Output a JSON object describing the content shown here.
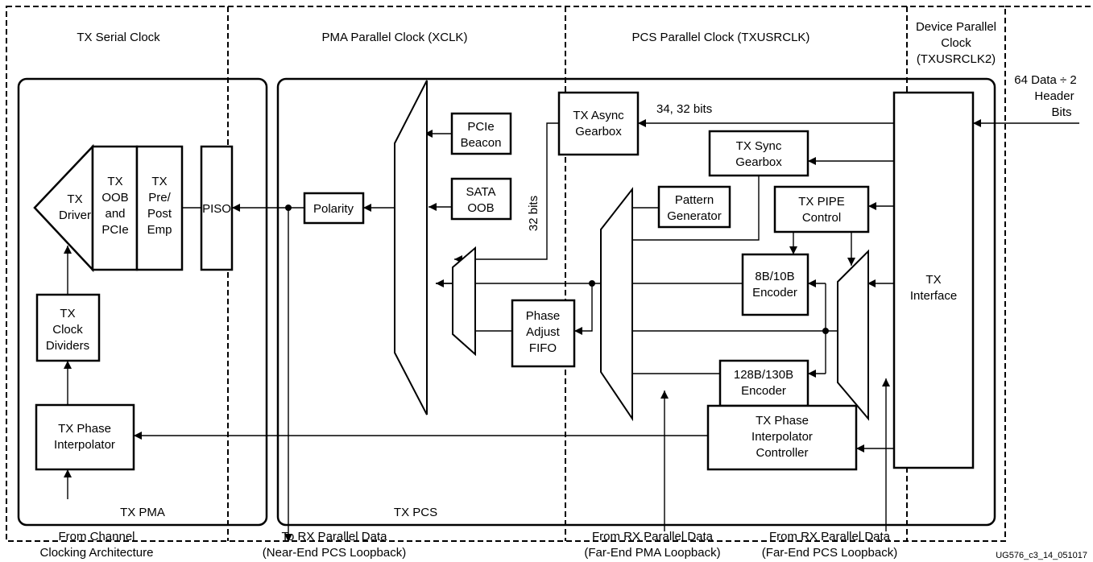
{
  "domains": {
    "tx_serial": "TX Serial Clock",
    "pma_parallel": "PMA Parallel Clock (XCLK)",
    "pcs_parallel": "PCS Parallel Clock (TXUSRCLK)",
    "device_parallel": [
      "Device Parallel",
      "Clock",
      "(TXUSRCLK2)"
    ]
  },
  "groups": {
    "tx_pma": "TX PMA",
    "tx_pcs": "TX PCS"
  },
  "blocks": {
    "tx_driver": [
      "TX",
      "Driver"
    ],
    "oob_pcie": [
      "TX",
      "OOB",
      "and",
      "PCIe"
    ],
    "pre_post": [
      "TX",
      "Pre/",
      "Post",
      "Emp"
    ],
    "piso": "PISO",
    "clock_dividers": [
      "TX",
      "Clock",
      "Dividers"
    ],
    "phase_interp": [
      "TX Phase",
      "Interpolator"
    ],
    "polarity": "Polarity",
    "pcie_beacon": [
      "PCIe",
      "Beacon"
    ],
    "sata_oob": [
      "SATA",
      "OOB"
    ],
    "async_gearbox": [
      "TX Async",
      "Gearbox"
    ],
    "sync_gearbox": [
      "TX Sync",
      "Gearbox"
    ],
    "pattern_gen": [
      "Pattern",
      "Generator"
    ],
    "pipe_control": [
      "TX PIPE",
      "Control"
    ],
    "enc_8b10b": [
      "8B/10B",
      "Encoder"
    ],
    "enc_128b130b": [
      "128B/130B",
      "Encoder"
    ],
    "phase_adjust_fifo": [
      "Phase",
      "Adjust",
      "FIFO"
    ],
    "phase_interp_ctrl": [
      "TX Phase",
      "Interpolator",
      "Controller"
    ],
    "tx_interface": [
      "TX",
      "Interface"
    ]
  },
  "annotations": {
    "width_34_32": "34, 32 bits",
    "width_32": "32 bits",
    "input_data": [
      "64 Data ÷ 2",
      "Header",
      "Bits"
    ]
  },
  "bottom_labels": {
    "channel_clocking": [
      "From Channel",
      "Clocking Architecture"
    ],
    "near_end": [
      "To RX Parallel Data",
      "(Near-End PCS Loopback)"
    ],
    "far_end_pma": [
      "From RX Parallel Data",
      "(Far-End PMA Loopback)"
    ],
    "far_end_pcs": [
      "From RX Parallel Data",
      "(Far-End PCS Loopback)"
    ]
  },
  "figure_id": "UG576_c3_14_051017"
}
